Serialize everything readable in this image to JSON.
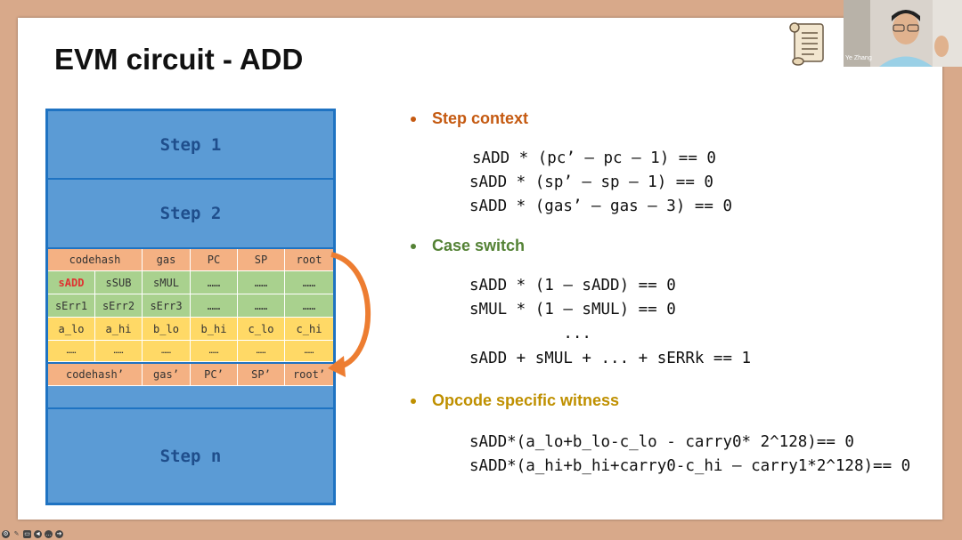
{
  "slide": {
    "title": "EVM circuit - ADD"
  },
  "circuit": {
    "step1": "Step 1",
    "step2": "Step 2",
    "stepn": "Step n",
    "rows": [
      {
        "color": "orange",
        "cells": [
          "codehash",
          "gas",
          "PC",
          "SP",
          "root"
        ]
      },
      {
        "color": "green",
        "cells": [
          "sADD",
          "sSUB",
          "sMUL",
          "……",
          "……",
          "……"
        ]
      },
      {
        "color": "green",
        "cells": [
          "sErr1",
          "sErr2",
          "sErr3",
          "……",
          "……",
          "……"
        ]
      },
      {
        "color": "yellow",
        "cells": [
          "a_lo",
          "a_hi",
          "b_lo",
          "b_hi",
          "c_lo",
          "c_hi"
        ]
      },
      {
        "color": "yellow",
        "cells": [
          "……",
          "……",
          "……",
          "……",
          "……",
          "……"
        ]
      },
      {
        "color": "orange",
        "cells": [
          "codehash’",
          "gas’",
          "PC’",
          "SP’",
          "root’"
        ]
      }
    ]
  },
  "sections": [
    {
      "heading": "Step context",
      "color": "#c55a11",
      "lines": [
        "sADD * (pc’ – pc – 1) == 0",
        "sADD * (sp’ – sp – 1) == 0",
        "sADD * (gas’ – gas – 3) == 0"
      ]
    },
    {
      "heading": "Case switch",
      "color": "#548235",
      "lines": [
        "sADD * (1 – sADD) == 0",
        "sMUL * (1 – sMUL) == 0",
        "          ...",
        "sADD + sMUL + ... + sERRk == 1"
      ]
    },
    {
      "heading": "Opcode specific witness",
      "color": "#bf9000",
      "lines": [
        "sADD*(a_lo+b_lo-c_lo - carry0* 2^128)== 0",
        "sADD*(a_hi+b_hi+carry0-c_hi – carry1*2^128)== 0"
      ]
    }
  ],
  "camera": {
    "label": "Ye Zhang"
  },
  "icons": {
    "scroll": "scroll-icon",
    "arrow": "curved-arrow-icon"
  }
}
